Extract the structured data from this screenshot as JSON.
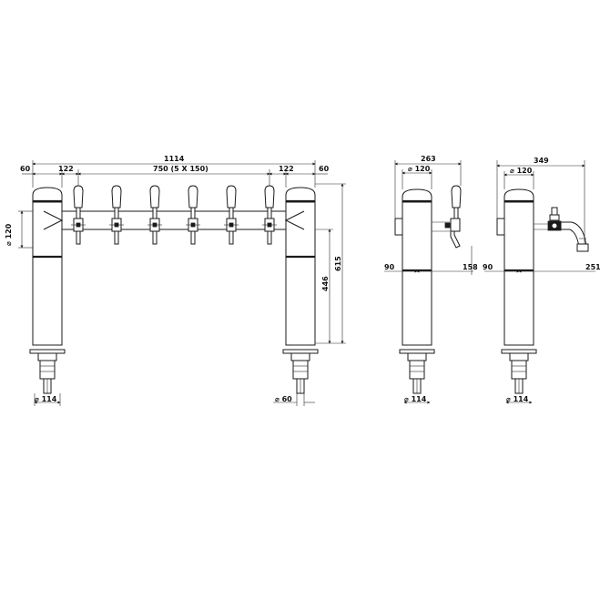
{
  "front_view": {
    "total_width": "1114",
    "left_margin": "60",
    "left_offset": "122",
    "tap_spacing": "750 (5 X 150)",
    "right_offset": "122",
    "right_margin": "60",
    "column_diameter": "⌀ 120",
    "total_height": "615",
    "column_height": "446",
    "left_base_diameter": "⌀ 114",
    "right_base_diameter": "⌀ 60"
  },
  "side_view_1": {
    "width": "263",
    "column_diameter": "⌀ 120",
    "left_depth": "90",
    "tap_depth": "158",
    "base_diameter": "⌀ 114"
  },
  "side_view_2": {
    "width": "349",
    "column_diameter": "⌀ 120",
    "left_depth": "90",
    "tap_depth": "251",
    "base_diameter": "⌀ 114"
  },
  "colors": {
    "line": "#1a1a1a",
    "background": "#ffffff"
  }
}
